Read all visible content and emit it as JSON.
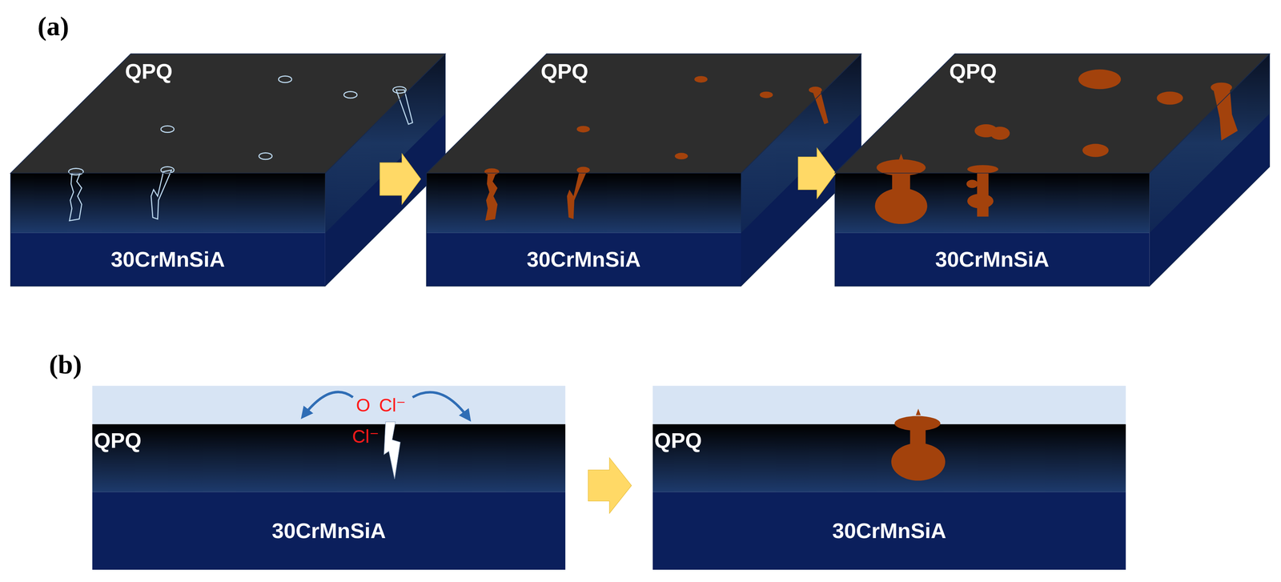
{
  "diagram": {
    "nodes": [
      {
        "text": [
          "QPQ"
        ]
      },
      {
        "text": [
          "30CrMnSiA"
        ]
      },
      {
        "text": [
          "QPQ"
        ]
      },
      {
        "text": [
          "30CrMnSiA"
        ]
      },
      {
        "text": [
          "QPQ"
        ]
      },
      {
        "text": [
          "30CrMnSiA"
        ]
      },
      {
        "text": [
          "QPQ"
        ]
      },
      {
        "text": [
          "30CrMnSiA"
        ]
      },
      {
        "text": [
          "QPQ"
        ]
      },
      {
        "text": [
          "30CrMnSiA"
        ]
      }
    ],
    "labels": [
      "(a)",
      "(b)",
      "O",
      "Cl⁻",
      "Cl⁻"
    ]
  }
}
